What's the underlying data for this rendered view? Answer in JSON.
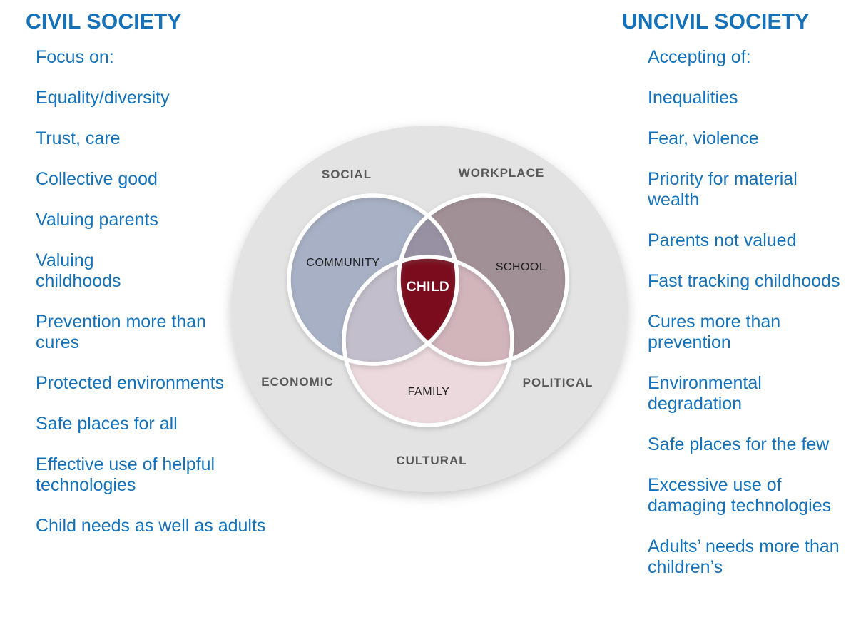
{
  "theme": {
    "background": "#ffffff",
    "accent_blue": "#1572b9",
    "outer": "#e4e3e3",
    "community": "#a7b0c5",
    "school": "#a29097",
    "family": "#ecd9dd",
    "community_school": "#9891a4",
    "community_family": "#c2becb",
    "school_family": "#d2b4bb",
    "child": "#7a0c1d",
    "sector_label": "#595959",
    "circle_label": "#1f1f1f",
    "child_label": "#ffffff"
  },
  "left_panel": {
    "title": "CIVIL SOCIETY",
    "intro": "Focus on:",
    "items": [
      "Equality/diversity",
      "Trust, care",
      "Collective good",
      "Valuing parents",
      "Valuing\nchildhoods",
      "Prevention more than\ncures",
      "Protected environments",
      "Safe places for all",
      "Effective use of helpful\ntechnologies",
      "Child needs as well as adults"
    ]
  },
  "right_panel": {
    "title": "UNCIVIL SOCIETY",
    "intro": "Accepting of:",
    "items": [
      "Inequalities",
      "Fear, violence",
      "Priority for material\nwealth",
      "Parents not valued",
      "Fast tracking childhoods",
      "Cures more than\nprevention",
      "Environmental\ndegradation",
      "Safe places for the few",
      "Excessive use of\ndamaging technologies",
      "Adults’ needs more than\nchildren’s"
    ]
  },
  "diagram": {
    "sector_labels": {
      "social": "SOCIAL",
      "workplace": "WORKPLACE",
      "economic": "ECONOMIC",
      "political": "POLITICAL",
      "cultural": "CULTURAL"
    },
    "circle_labels": {
      "community": "COMMUNITY",
      "school": "SCHOOL",
      "family": "FAMILY"
    },
    "center_label": "CHILD"
  }
}
